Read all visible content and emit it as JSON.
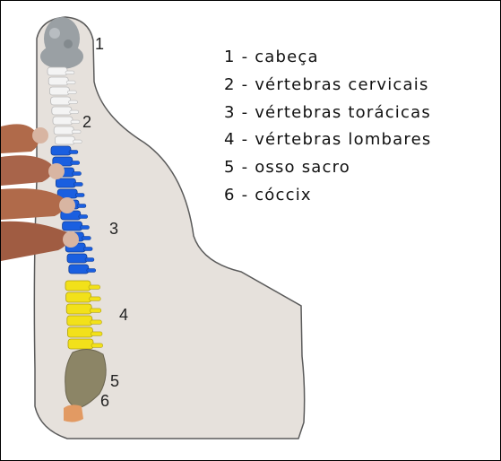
{
  "figure": {
    "legend": [
      "1 - cabeça",
      "2 - vértebras cervicais",
      "3 - vértebras torácicas",
      "4 - vértebras lombares",
      "5 - osso sacro",
      "6 - cóccix"
    ],
    "markers": [
      "1",
      "2",
      "3",
      "4",
      "5",
      "6"
    ]
  },
  "colors": {
    "body_shape": "#e6e1dc",
    "head": "#9aa0a4",
    "cervical": "#f4f4f4",
    "thoracic": "#1a5fe0",
    "lumbar": "#f2e11a",
    "sacrum": "#8c8566",
    "coccyx": "#e29a63",
    "hand": "#b06a4a"
  }
}
